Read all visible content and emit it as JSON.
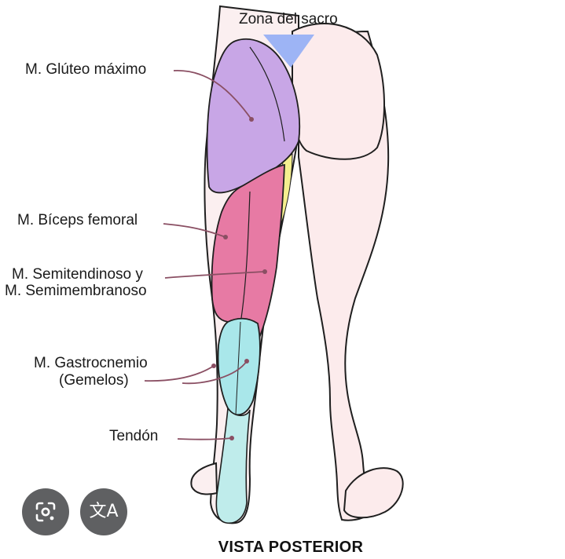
{
  "labels": {
    "sacro": "Zona del sacro",
    "gluteo": "M. Glúteo máximo",
    "biceps": "M. Bíceps femoral",
    "semi_line1": "M. Semitendinoso y",
    "semi_line2": "M. Semimembranoso",
    "gastro_line1": "M. Gastrocnemio",
    "gastro_line2": "(Gemelos)",
    "tendon": "Tendón"
  },
  "caption": "VISTA POSTERIOR",
  "buttons": {
    "lens": {
      "icon": "lens-camera-icon"
    },
    "translate": {
      "icon": "translate-icon",
      "glyph": "文A"
    }
  },
  "colors": {
    "gluteus": "#c8a6e6",
    "hamstring": "#e77aa4",
    "calf": "#a9e7ea",
    "sacrum": "#9db4f5",
    "skin": "#fbe9ea",
    "yellow_band": "#f5ef8f",
    "outline": "#1f1f1f",
    "button_bg": "#5f6062"
  }
}
